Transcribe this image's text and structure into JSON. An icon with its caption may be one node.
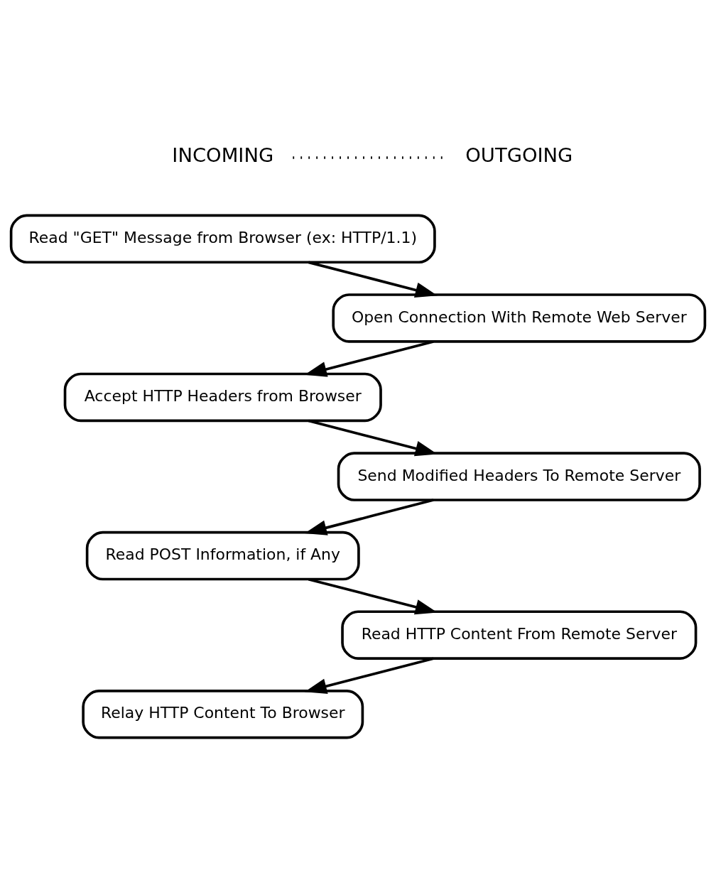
{
  "diagram": {
    "nodes": [
      {
        "text": [
          "Read \"GET\" Message from Browser (ex: HTTP/1.1)"
        ]
      },
      {
        "text": [
          "Open Connection With Remote Web Server"
        ]
      },
      {
        "text": [
          "Accept HTTP Headers from Browser"
        ]
      },
      {
        "text": [
          "Send Modified Headers To Remote Server"
        ]
      },
      {
        "text": [
          "Read POST Information, if Any"
        ]
      },
      {
        "text": [
          "Read HTTP Content From Remote Server"
        ]
      },
      {
        "text": [
          "Relay HTTP Content To Browser"
        ]
      }
    ],
    "edges": [
      {
        "from": 0,
        "to": 1,
        "arrow": "to"
      },
      {
        "from": 1,
        "to": 2,
        "arrow": "to"
      },
      {
        "from": 2,
        "to": 3,
        "arrow": "to"
      },
      {
        "from": 3,
        "to": 4,
        "arrow": "to"
      },
      {
        "from": 4,
        "to": 5,
        "arrow": "to"
      },
      {
        "from": 5,
        "to": 6,
        "arrow": "to"
      }
    ],
    "labels": [
      "INCOMING",
      "OUTGOING"
    ]
  }
}
